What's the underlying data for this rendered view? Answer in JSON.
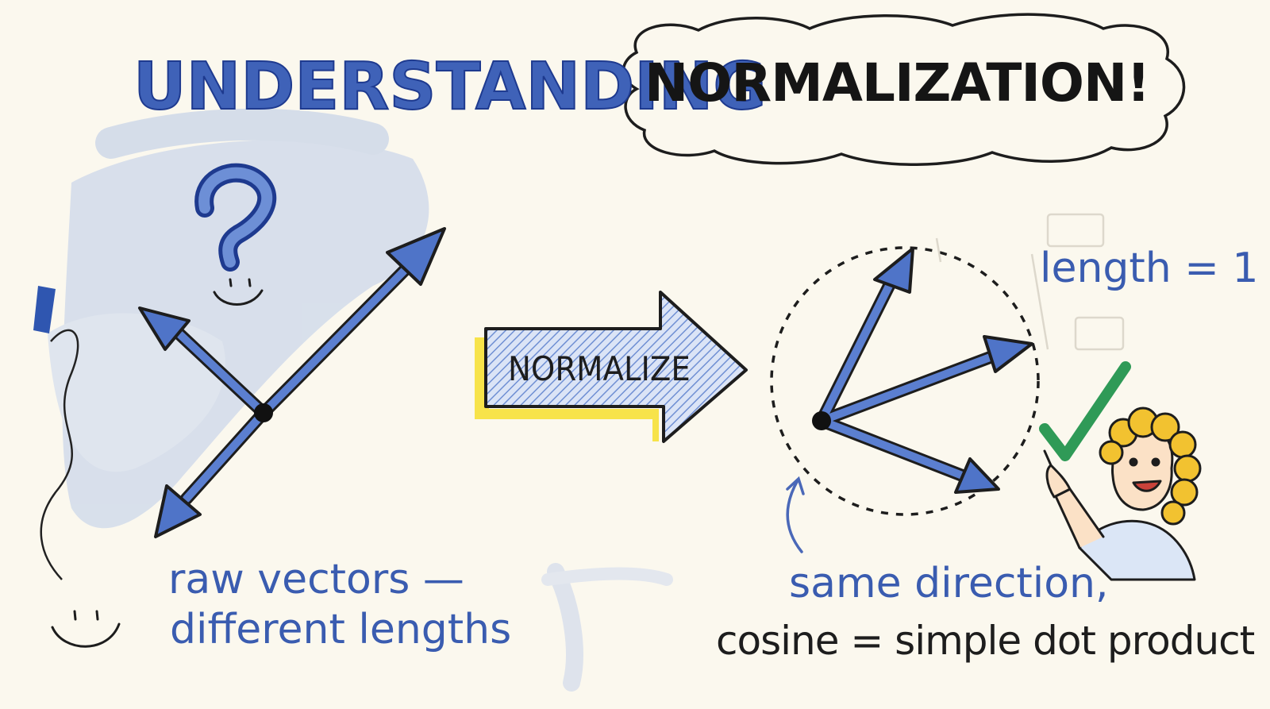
{
  "title": {
    "part1": "UNDERSTANDING",
    "part2": "NORMALIZATION!"
  },
  "arrow_label": "NORMALIZE",
  "length_label": "length = 1",
  "raw_caption": {
    "line1": "raw vectors —",
    "line2": "different lengths"
  },
  "result_caption": {
    "line1": "same direction,",
    "line2": "cosine = simple dot product"
  },
  "colors": {
    "background": "#fbf8ee",
    "marker_blue": "#3f62b8",
    "marker_black": "#1d1d1d",
    "highlight_yellow": "#f7e34a",
    "check_green": "#2f9a57",
    "hair_yellow": "#f2c230"
  }
}
